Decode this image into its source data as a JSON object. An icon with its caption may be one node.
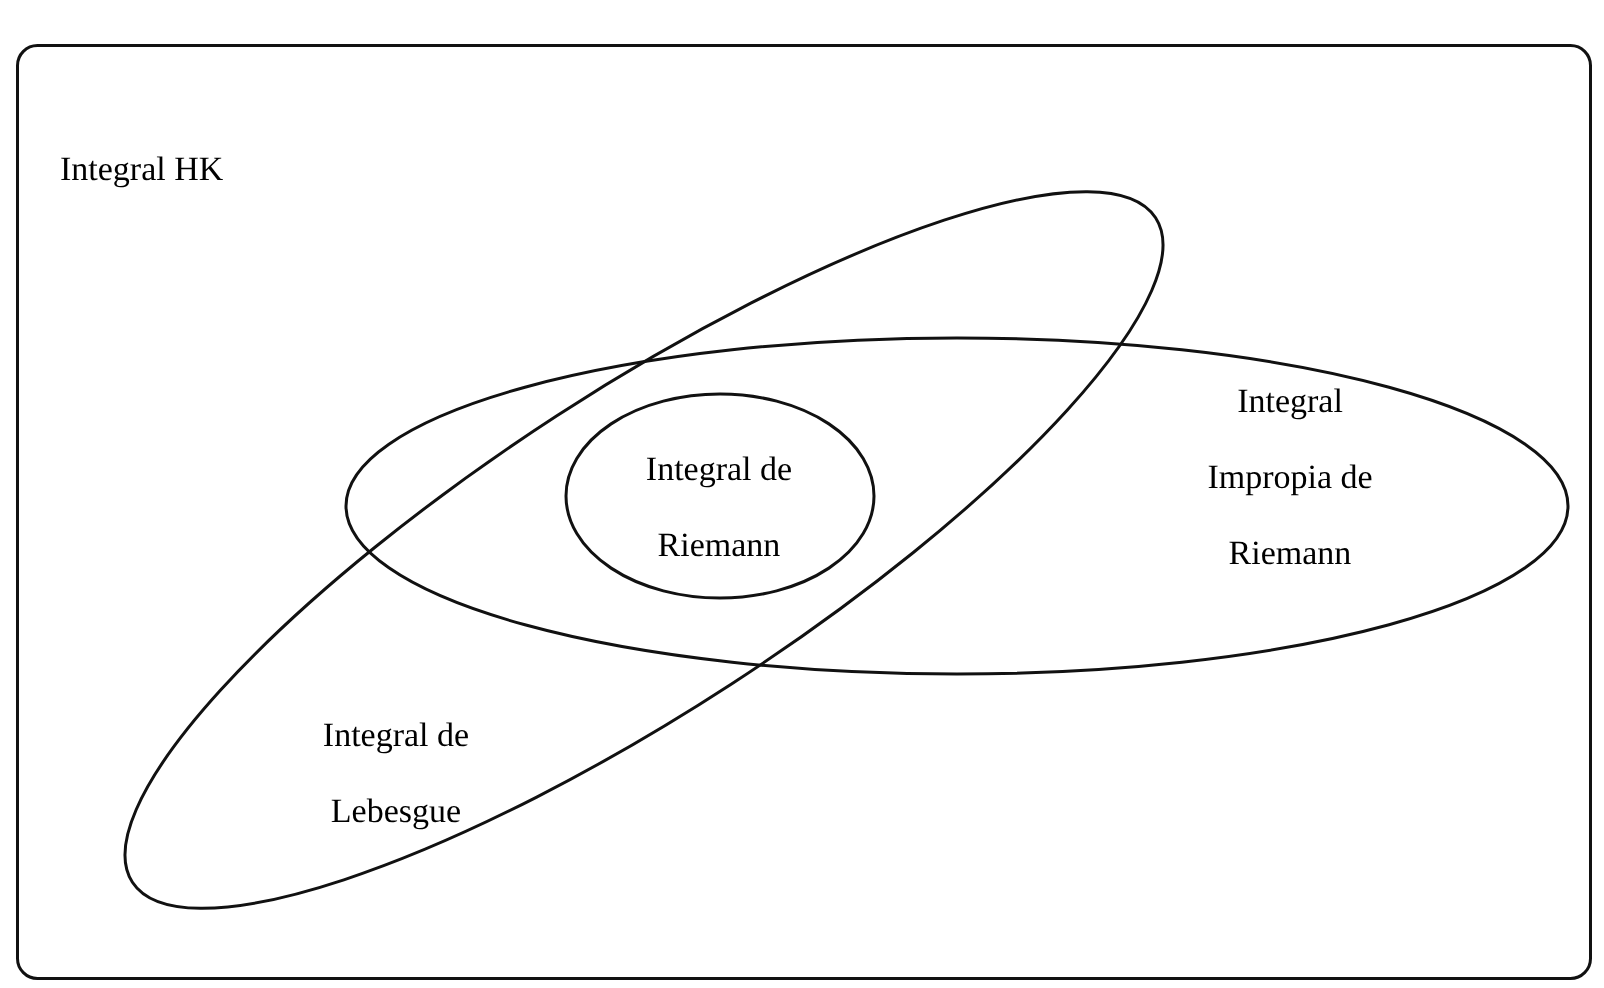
{
  "diagram": {
    "nodes": [
      {
        "text": [
          "Integral HK"
        ]
      },
      {
        "text": [
          "Integral Impropia de Riemann"
        ],
        "in": 0
      },
      {
        "text": [
          "Integral de Lebesgue"
        ],
        "in": 0
      },
      {
        "text": [
          "Integral de Riemann"
        ]
      }
    ],
    "edges": []
  }
}
